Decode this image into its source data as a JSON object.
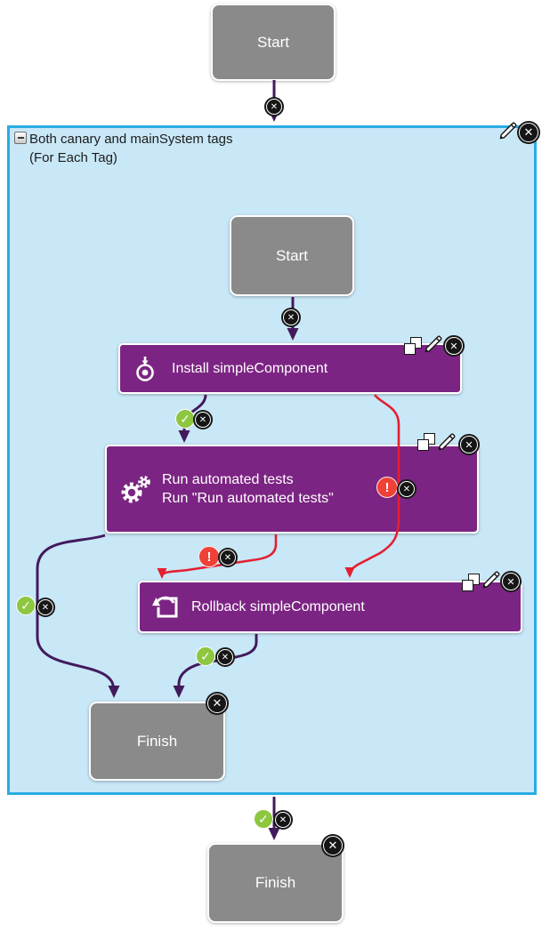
{
  "glyphs": {
    "x": "✕",
    "check": "✓",
    "exclamation": "!"
  },
  "colors": {
    "node_gray": "#8a8a8a",
    "node_purple": "#7c2483",
    "container_bg": "#c8e7f7",
    "container_border": "#2aace3",
    "line_success": "#421a5c",
    "line_failure": "#e32030",
    "badge_success": "#8dc63f",
    "badge_failure": "#ef4136",
    "badge_delete_bg": "#161616"
  },
  "container": {
    "title_line1": "Both canary and mainSystem tags",
    "title_line2": "(For Each Tag)"
  },
  "nodes": {
    "outer_start": {
      "label": "Start"
    },
    "inner_start": {
      "label": "Start"
    },
    "install": {
      "label": "Install simpleComponent"
    },
    "run": {
      "label_line1": "Run automated tests",
      "label_line2": "Run \"Run automated tests\""
    },
    "rollback": {
      "label": "Rollback simpleComponent"
    },
    "inner_finish": {
      "label": "Finish"
    },
    "outer_finish": {
      "label": "Finish"
    }
  }
}
